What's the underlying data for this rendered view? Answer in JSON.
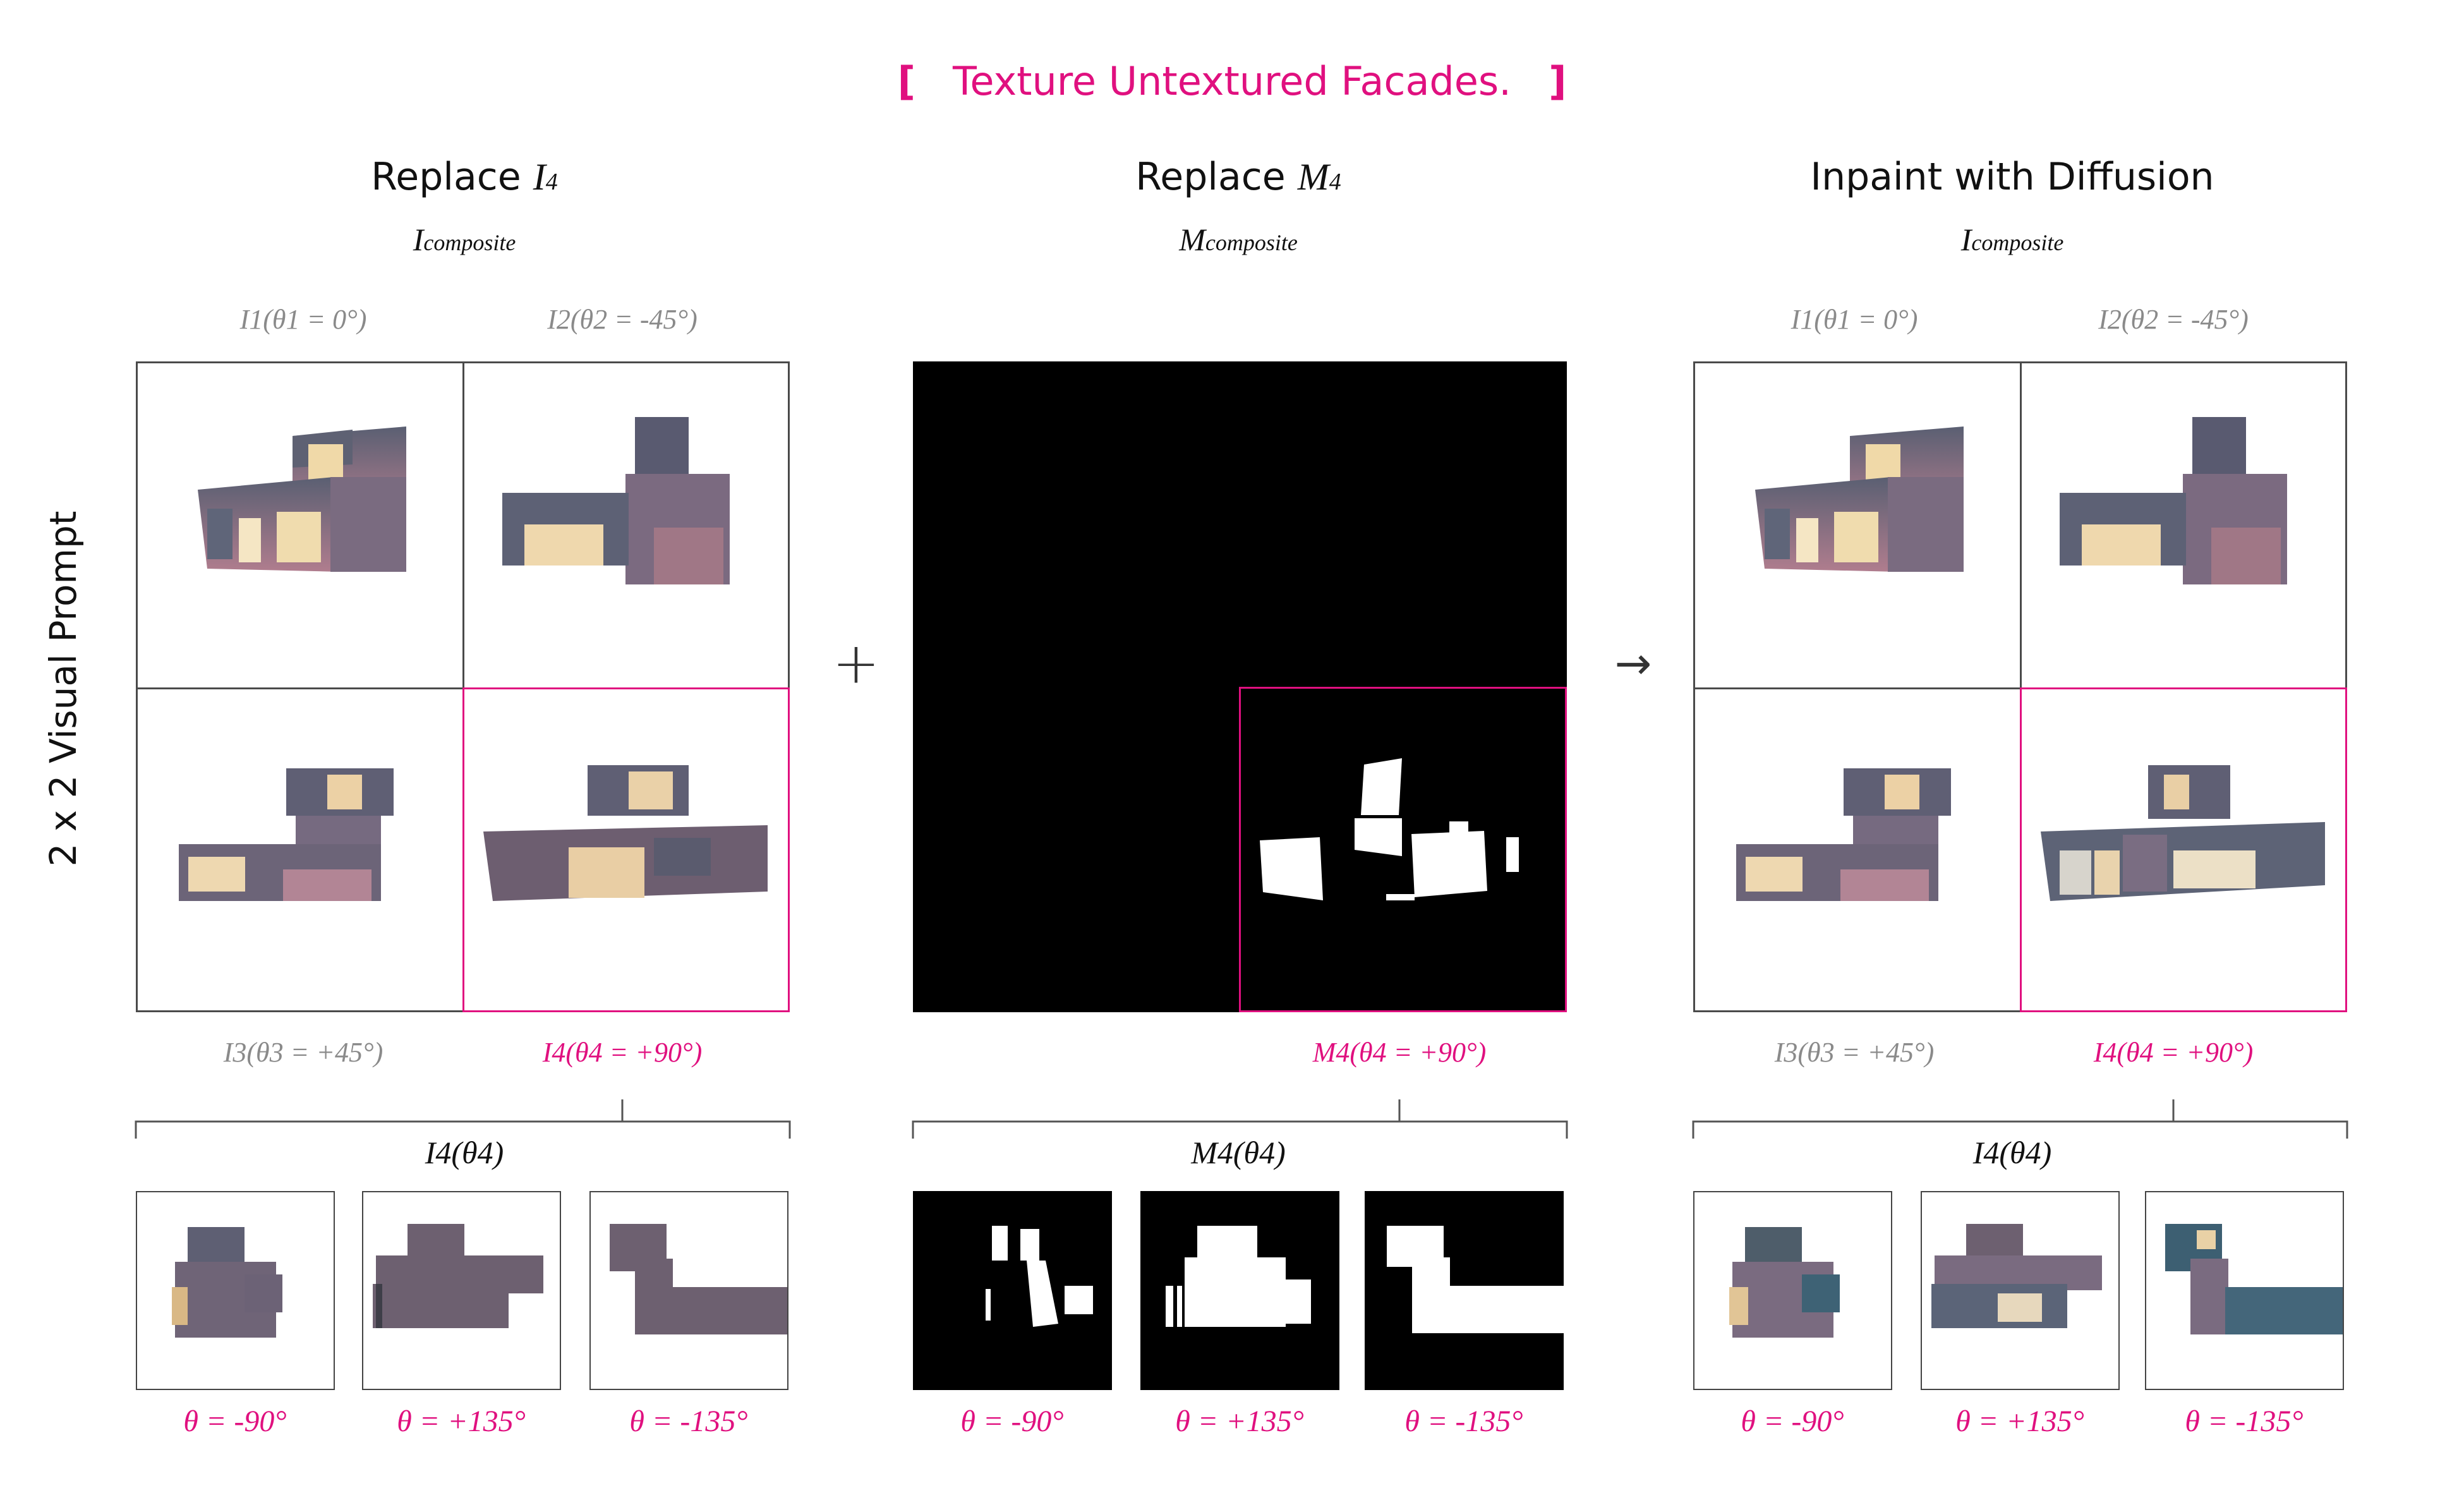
{
  "title": {
    "bracket_open": "[",
    "text": "Texture Untextured Facades.",
    "bracket_close": "]"
  },
  "side_label": "2 x 2 Visual Prompt",
  "columns": {
    "left": {
      "header_prefix": "Replace ",
      "header_sym": "I",
      "header_sub": "4",
      "composite_sym": "I",
      "composite_sub": "composite"
    },
    "middle": {
      "header_prefix": "Replace ",
      "header_sym": "M",
      "header_sub": "4",
      "composite_sym": "M",
      "composite_sub": "composite"
    },
    "right": {
      "header_text": "Inpaint with Diffusion",
      "composite_sym": "I",
      "composite_sub": "composite"
    }
  },
  "view_labels": {
    "v1": "I1(θ1 = 0°)",
    "v2": "I2(θ2 = -45°)",
    "v3": "I3(θ3 = +45°)",
    "v4": "I4(θ4 = +90°)",
    "m4": "M4(θ4 = +90°)"
  },
  "bracket_labels": {
    "left": "I4(θ4)",
    "middle": "M4(θ4)",
    "right": "I4(θ4)"
  },
  "operators": {
    "plus": "+",
    "arrow": "→"
  },
  "thetas": [
    "θ = -90°",
    "θ = +135°",
    "θ = -135°"
  ],
  "colors": {
    "accent": "#e0107f",
    "label_gray": "#8a8a8a",
    "mask_black": "#000000",
    "building": "#6d5e70"
  }
}
